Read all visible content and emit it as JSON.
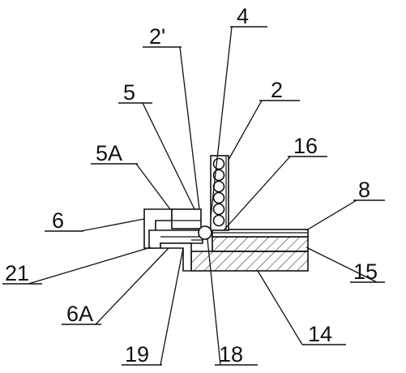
{
  "reference_numerals": {
    "n4": "4",
    "n2prime": "2'",
    "n5": "5",
    "n2": "2",
    "n16": "16",
    "n5A": "5A",
    "n8": "8",
    "n6": "6",
    "n21": "21",
    "n15": "15",
    "n6A": "6A",
    "n14": "14",
    "n19": "19",
    "n18": "18"
  }
}
